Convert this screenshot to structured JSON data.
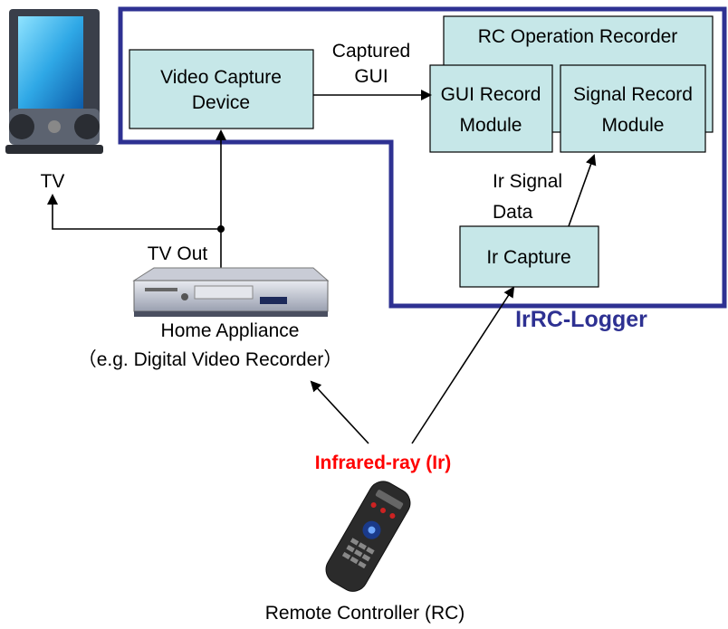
{
  "diagram": {
    "system_label": "IrRC-Logger",
    "labels": {
      "tv": "TV",
      "tv_out": "TV Out",
      "captured_gui_1": "Captured",
      "captured_gui_2": "GUI",
      "ir_signal_1": "Ir Signal",
      "ir_signal_2": "Data",
      "home_appliance_1": "Home Appliance",
      "home_appliance_2": "（e.g. Digital Video Recorder）",
      "infrared": "Infrared-ray (Ir)",
      "remote": "Remote Controller (RC)"
    },
    "boxes": {
      "video_capture_1": "Video Capture",
      "video_capture_2": "Device",
      "rc_recorder": "RC Operation Recorder",
      "gui_record_1": "GUI Record",
      "gui_record_2": "Module",
      "signal_record_1": "Signal Record",
      "signal_record_2": "Module",
      "ir_capture": "Ir Capture"
    },
    "colors": {
      "box_fill": "#c6e7e8",
      "logger_border": "#2e3192",
      "infrared_text": "#ff0000"
    }
  }
}
